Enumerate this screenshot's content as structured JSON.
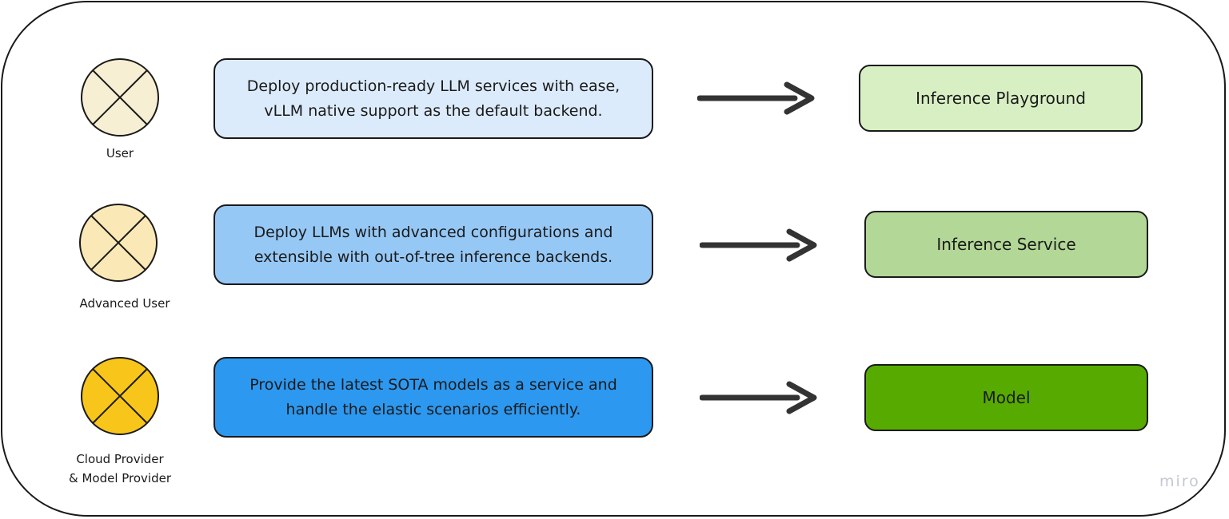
{
  "rows": [
    {
      "actor_label": "User",
      "actor_color": "#f7efd3",
      "description": "Deploy production-ready LLM services with ease,\nvLLM native support as the default backend.",
      "description_color": "#dcebfb",
      "target": "Inference Playground",
      "target_color": "#d8efc4"
    },
    {
      "actor_label": "Advanced User",
      "actor_color": "#fae8b6",
      "description": "Deploy LLMs with advanced configurations and\nextensible with out-of-tree inference backends.",
      "description_color": "#96c8f6",
      "target": "Inference Service",
      "target_color": "#b2d796"
    },
    {
      "actor_label": "Cloud Provider\n& Model Provider",
      "actor_color": "#f8c61a",
      "description": "Provide the latest SOTA models as a service and\nhandle the elastic scenarios efficiently.",
      "description_color": "#2d98ef",
      "target": "Model",
      "target_color": "#57ab00"
    }
  ],
  "watermark": "miro",
  "colors": {
    "stroke": "#1a1a1a",
    "arrow": "#333333"
  }
}
